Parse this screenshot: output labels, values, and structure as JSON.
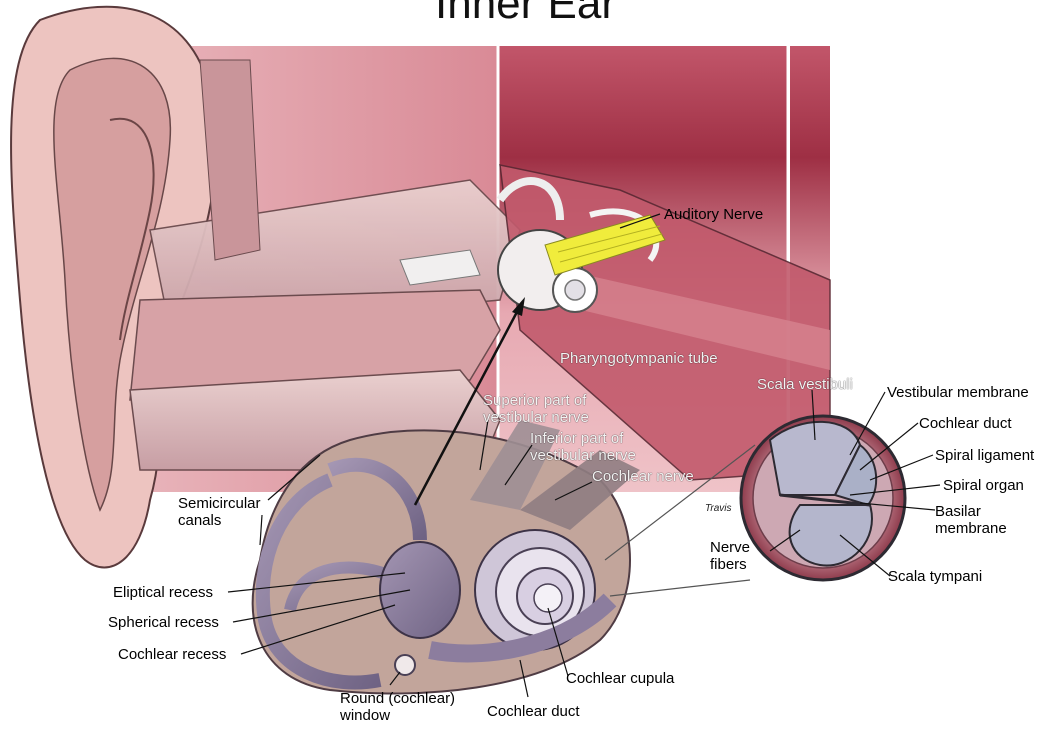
{
  "title": "Inner Ear",
  "labels": {
    "auditory_nerve": "Auditory Nerve",
    "pharyngotympanic_tube": "Pharyngotympanic tube",
    "superior_vestibular_nerve": "Superior part of vestibular nerve",
    "inferior_vestibular_nerve": "Inferior part of vestibular nerve",
    "cochlear_nerve": "Cochlear nerve",
    "semicircular_canals": "Semicircular canals",
    "eliptical_recess": "Eliptical recess",
    "spherical_recess": "Spherical recess",
    "cochlear_recess": "Cochlear recess",
    "round_window": "Round (cochlear) window",
    "cochlear_duct_bottom": "Cochlear duct",
    "cochlear_cupula": "Cochlear cupula",
    "scala_vestibuli": "Scala vestibuli",
    "vestibular_membrane": "Vestibular membrane",
    "cochlear_duct": "Cochlear duct",
    "spiral_ligament": "Spiral ligament",
    "spiral_organ": "Spiral organ",
    "basilar_membrane": "Basilar membrane",
    "nerve_fibers": "Nerve fibers",
    "scala_tympani": "Scala tympani"
  },
  "signature": "Travis",
  "colors": {
    "panel_pink": "#e3a0a8",
    "deep_red": "#b83a4e",
    "nerve_yellow": "#f0ec3c",
    "labyrinth_purple": "#8c7d9e",
    "skin": "#e8b7b0"
  }
}
